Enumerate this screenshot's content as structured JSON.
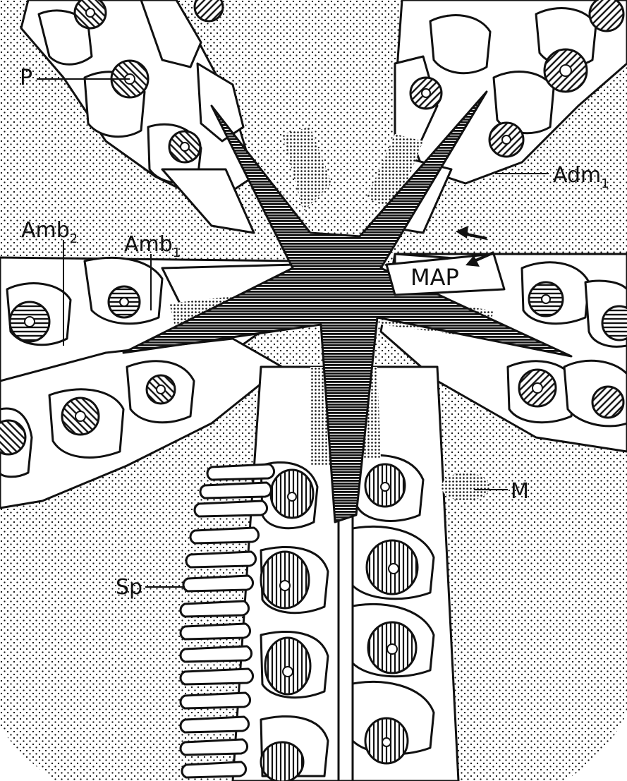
{
  "figure": {
    "labels": {
      "p": "P",
      "adm": "Adm",
      "adm_sub": "1",
      "amb2": "Amb",
      "amb2_sub": "2",
      "amb1": "Amb",
      "amb1_sub": "1",
      "map": "MAP",
      "m": "M",
      "sp": "Sp"
    }
  },
  "colors": {
    "ink": "#111111",
    "background": "#ffffff",
    "hatch": "#111111"
  }
}
